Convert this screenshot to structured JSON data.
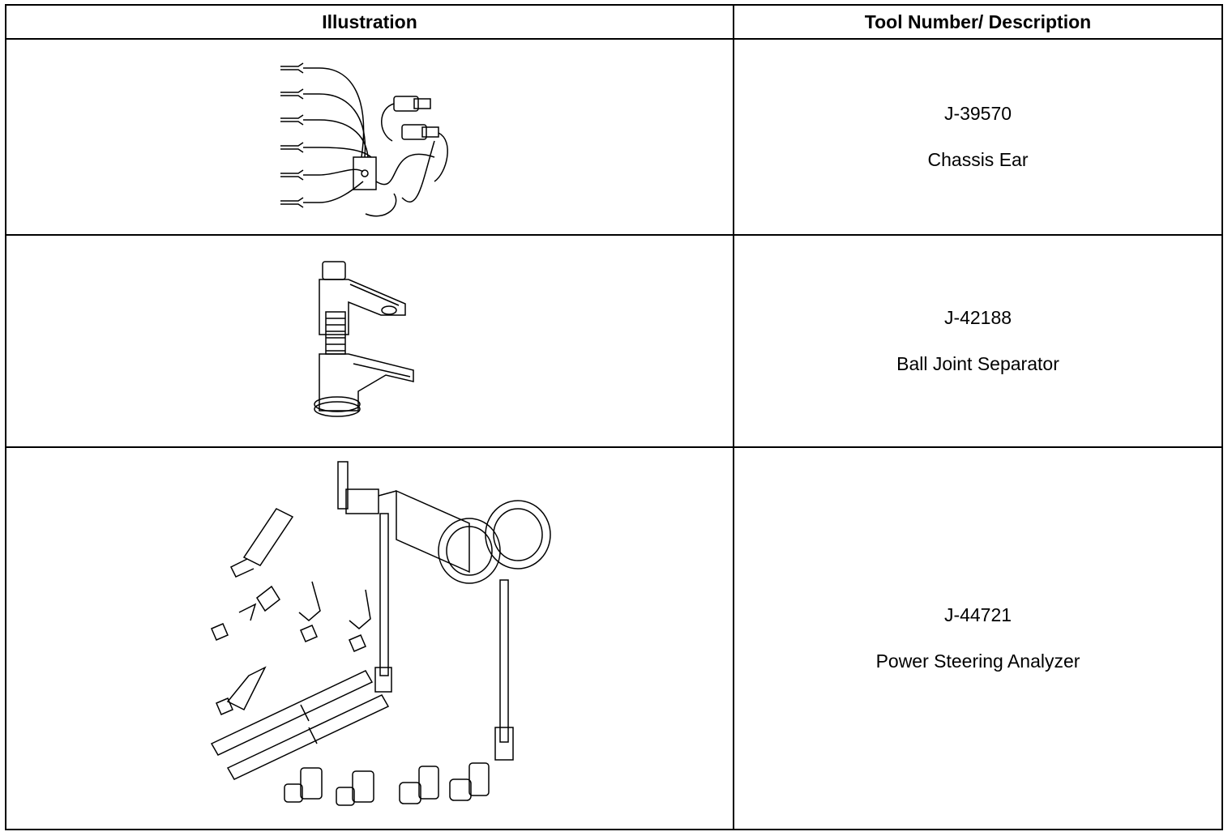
{
  "table": {
    "headers": {
      "illustration": "Illustration",
      "tool": "Tool Number/ Description"
    },
    "rows": [
      {
        "tool_number": "J-39570",
        "description": "Chassis Ear",
        "icon": "chassis-ear-illustration"
      },
      {
        "tool_number": "J-42188",
        "description": "Ball Joint Separator",
        "icon": "ball-joint-separator-illustration"
      },
      {
        "tool_number": "J-44721",
        "description": "Power Steering Analyzer",
        "icon": "power-steering-analyzer-illustration"
      }
    ]
  }
}
